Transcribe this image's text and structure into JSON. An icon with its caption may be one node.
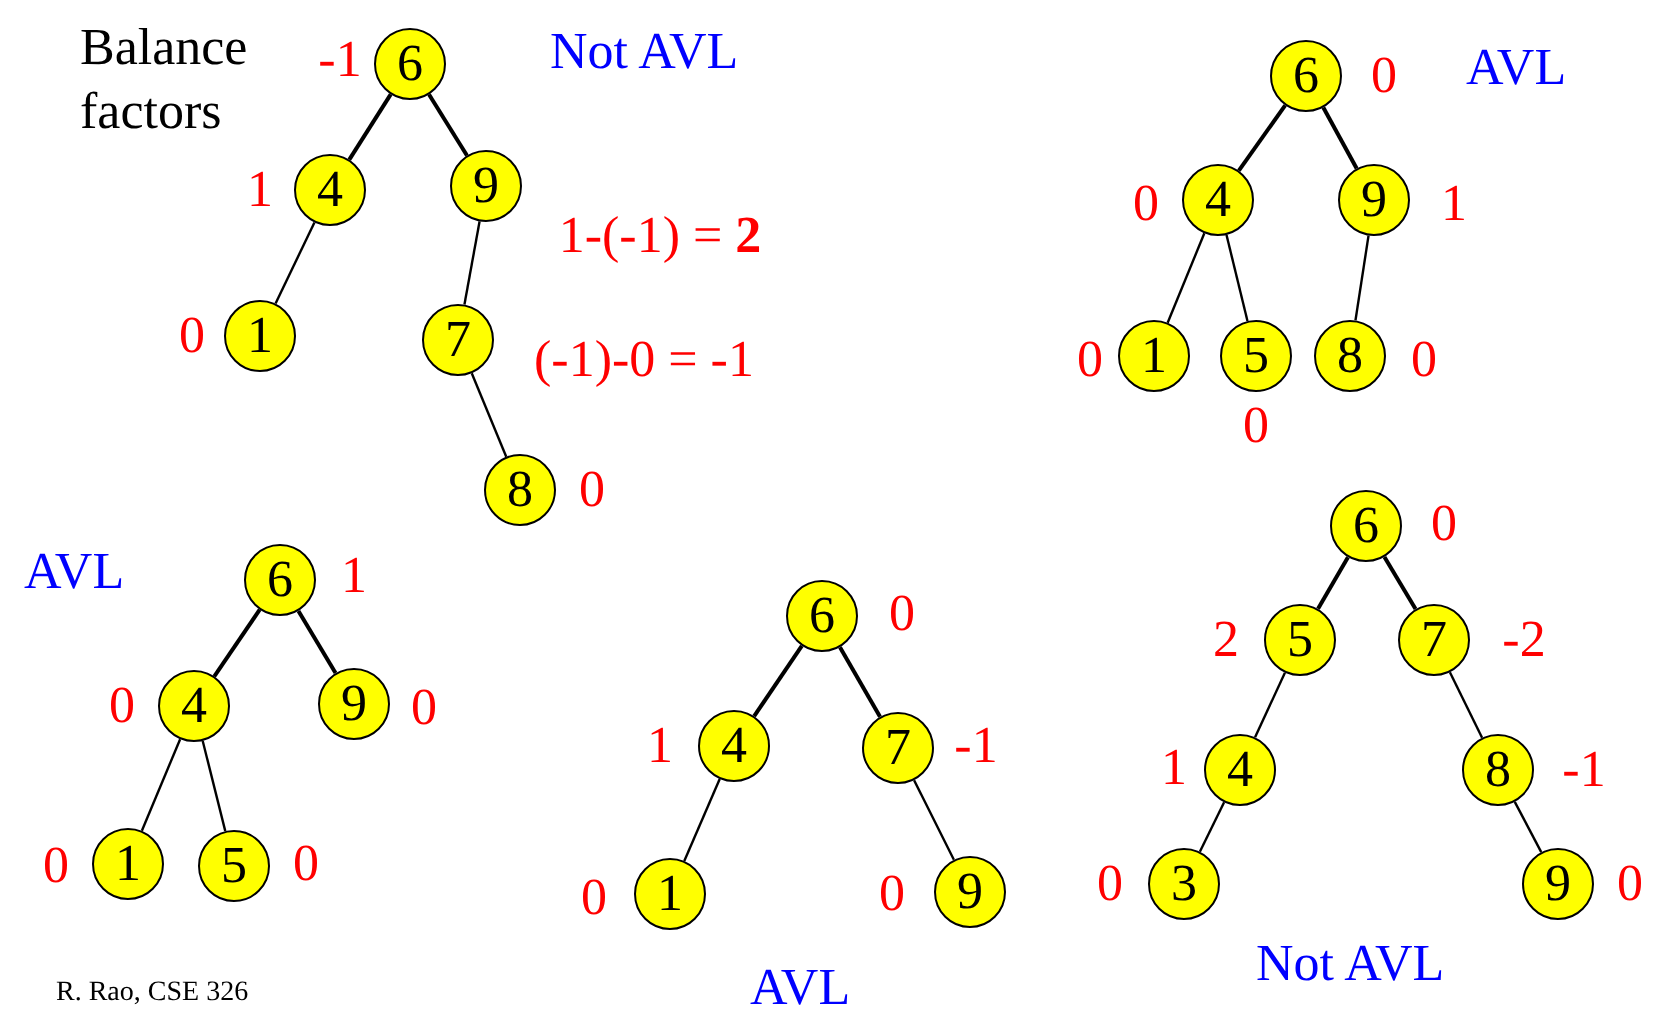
{
  "diagram": {
    "nodes": [
      {
        "text": [
          "6"
        ],
        "beside": [
          "-1"
        ]
      },
      {
        "text": [
          "4"
        ],
        "beside": [
          "1"
        ]
      },
      {
        "text": [
          "9"
        ],
        "beside": [
          "1-(-1) = **2**"
        ]
      },
      {
        "text": [
          "1"
        ],
        "beside": [
          "0"
        ]
      },
      {
        "text": [
          "7"
        ],
        "beside": [
          "(-1)-0 = -1"
        ]
      },
      {
        "text": [
          "8"
        ],
        "beside": [
          "0"
        ]
      },
      {
        "text": [
          "6"
        ],
        "beside": [
          "0"
        ]
      },
      {
        "text": [
          "4"
        ],
        "beside": [
          "0"
        ]
      },
      {
        "text": [
          "9"
        ],
        "beside": [
          "1"
        ]
      },
      {
        "text": [
          "1"
        ],
        "beside": [
          "0"
        ]
      },
      {
        "text": [
          "5"
        ],
        "beside": [
          "0"
        ]
      },
      {
        "text": [
          "8"
        ],
        "beside": [
          "0"
        ]
      },
      {
        "text": [
          "6"
        ],
        "beside": [
          "1"
        ]
      },
      {
        "text": [
          "4"
        ],
        "beside": [
          "0"
        ]
      },
      {
        "text": [
          "9"
        ],
        "beside": [
          "0"
        ]
      },
      {
        "text": [
          "1"
        ],
        "beside": [
          "0"
        ]
      },
      {
        "text": [
          "5"
        ],
        "beside": [
          "0"
        ]
      },
      {
        "text": [
          "6"
        ],
        "beside": [
          "0"
        ]
      },
      {
        "text": [
          "4"
        ],
        "beside": [
          "1"
        ]
      },
      {
        "text": [
          "7"
        ],
        "beside": [
          "-1"
        ]
      },
      {
        "text": [
          "1"
        ],
        "beside": [
          "0"
        ]
      },
      {
        "text": [
          "9"
        ],
        "beside": [
          "0"
        ]
      },
      {
        "text": [
          "6"
        ],
        "beside": [
          "0"
        ]
      },
      {
        "text": [
          "5"
        ],
        "beside": [
          "2"
        ]
      },
      {
        "text": [
          "7"
        ],
        "beside": [
          "-2"
        ]
      },
      {
        "text": [
          "4"
        ],
        "beside": [
          "1"
        ]
      },
      {
        "text": [
          "8"
        ],
        "beside": [
          "-1"
        ]
      },
      {
        "text": [
          "3"
        ],
        "beside": [
          "0"
        ]
      },
      {
        "text": [
          "9"
        ],
        "beside": [
          "0"
        ]
      }
    ],
    "edges": [
      {
        "from": 0,
        "to": 1,
        "arrow": "none"
      },
      {
        "from": 0,
        "to": 2,
        "arrow": "none"
      },
      {
        "from": 1,
        "to": 3,
        "arrow": "none"
      },
      {
        "from": 2,
        "to": 4,
        "arrow": "none"
      },
      {
        "from": 4,
        "to": 5,
        "arrow": "none"
      },
      {
        "from": 6,
        "to": 7,
        "arrow": "none"
      },
      {
        "from": 6,
        "to": 8,
        "arrow": "none"
      },
      {
        "from": 7,
        "to": 9,
        "arrow": "none"
      },
      {
        "from": 7,
        "to": 10,
        "arrow": "none"
      },
      {
        "from": 8,
        "to": 11,
        "arrow": "none"
      },
      {
        "from": 12,
        "to": 13,
        "arrow": "none"
      },
      {
        "from": 12,
        "to": 14,
        "arrow": "none"
      },
      {
        "from": 13,
        "to": 15,
        "arrow": "none"
      },
      {
        "from": 13,
        "to": 16,
        "arrow": "none"
      },
      {
        "from": 17,
        "to": 18,
        "arrow": "none"
      },
      {
        "from": 17,
        "to": 19,
        "arrow": "none"
      },
      {
        "from": 18,
        "to": 20,
        "arrow": "none"
      },
      {
        "from": 19,
        "to": 21,
        "arrow": "none"
      },
      {
        "from": 22,
        "to": 23,
        "arrow": "none"
      },
      {
        "from": 22,
        "to": 24,
        "arrow": "none"
      },
      {
        "from": 23,
        "to": 25,
        "arrow": "none"
      },
      {
        "from": 24,
        "to": 26,
        "arrow": "none"
      },
      {
        "from": 25,
        "to": 27,
        "arrow": "none"
      },
      {
        "from": 26,
        "to": 28,
        "arrow": "none"
      }
    ],
    "labels": [
      "Balance factors",
      "Not AVL",
      "AVL",
      "AVL",
      "Not AVL",
      "AVL",
      "R. Rao, CSE 326"
    ]
  }
}
